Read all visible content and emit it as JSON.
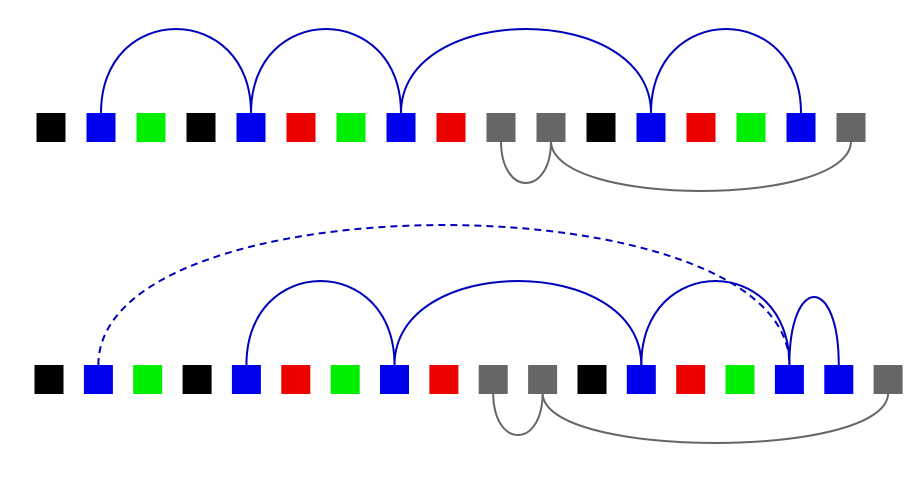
{
  "colors": {
    "black": "#000000",
    "blue": "#0000ee",
    "green": "#00ee00",
    "red": "#ee0000",
    "gray": "#666666",
    "arc_blue": "#0000bb",
    "arc_gray": "#666666"
  },
  "rows": [
    {
      "name": "top-sequence",
      "tokens": [
        "black",
        "blue",
        "green",
        "black",
        "blue",
        "red",
        "green",
        "blue",
        "red",
        "gray",
        "gray",
        "black",
        "blue",
        "red",
        "green",
        "blue",
        "gray"
      ],
      "arcs": [
        {
          "from": 1,
          "to": 4,
          "side": "above",
          "color": "blue",
          "style": "solid"
        },
        {
          "from": 4,
          "to": 7,
          "side": "above",
          "color": "blue",
          "style": "solid"
        },
        {
          "from": 7,
          "to": 12,
          "side": "above",
          "color": "blue",
          "style": "solid"
        },
        {
          "from": 12,
          "to": 15,
          "side": "above",
          "color": "blue",
          "style": "solid"
        },
        {
          "from": 9,
          "to": 10,
          "side": "below",
          "color": "gray",
          "style": "solid"
        },
        {
          "from": 10,
          "to": 16,
          "side": "below",
          "color": "gray",
          "style": "solid"
        }
      ]
    },
    {
      "name": "bottom-sequence",
      "tokens": [
        "black",
        "blue",
        "green",
        "black",
        "blue",
        "red",
        "green",
        "blue",
        "red",
        "gray",
        "gray",
        "black",
        "blue",
        "red",
        "green",
        "blue",
        "blue",
        "gray"
      ],
      "arcs": [
        {
          "from": 1,
          "to": 15,
          "side": "above",
          "color": "blue",
          "style": "dashed"
        },
        {
          "from": 4,
          "to": 7,
          "side": "above",
          "color": "blue",
          "style": "solid"
        },
        {
          "from": 7,
          "to": 12,
          "side": "above",
          "color": "blue",
          "style": "solid"
        },
        {
          "from": 12,
          "to": 15,
          "side": "above",
          "color": "blue",
          "style": "solid"
        },
        {
          "from": 15,
          "to": 16,
          "side": "above",
          "color": "blue",
          "style": "solid"
        },
        {
          "from": 9,
          "to": 10,
          "side": "below",
          "color": "gray",
          "style": "solid"
        },
        {
          "from": 10,
          "to": 17,
          "side": "below",
          "color": "gray",
          "style": "solid"
        }
      ]
    }
  ]
}
